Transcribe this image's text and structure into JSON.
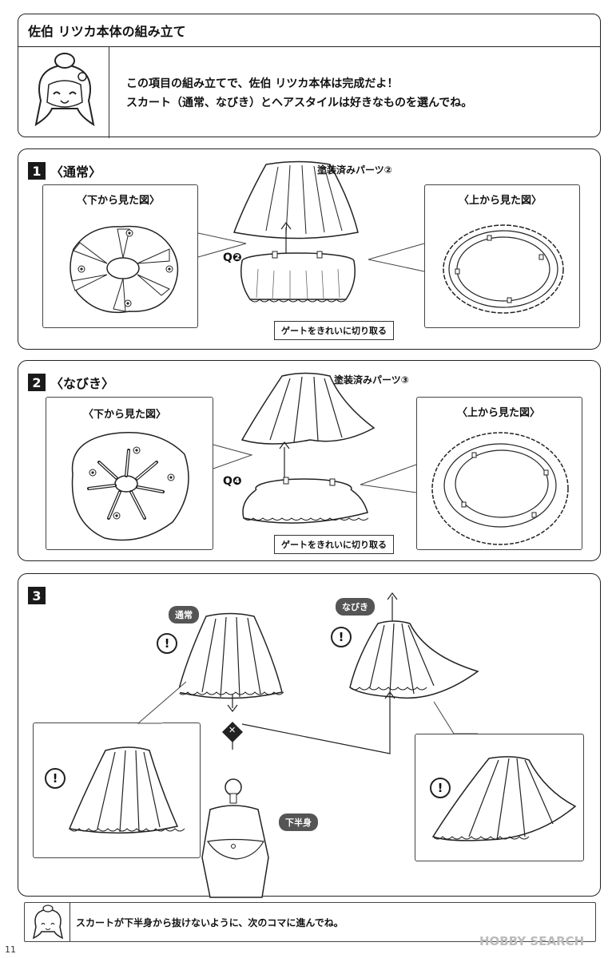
{
  "header": {
    "title": "佐伯 リツカ本体の組み立て",
    "intro_line1": "この項目の組み立てで、佐伯 リツカ本体は完成だよ！",
    "intro_line2": "スカート（通常、なびき）とヘアスタイルは好きなものを選んでね。"
  },
  "step1": {
    "number": "1",
    "title": "〈通常〉",
    "bottom_view": "〈下から見た図〉",
    "top_view": "〈上から見た図〉",
    "part_label": "塗装済みパーツ②",
    "q_label": "Q❷",
    "gate_note": "ゲートをきれいに切り取る"
  },
  "step2": {
    "number": "2",
    "title": "〈なびき〉",
    "bottom_view": "〈下から見た図〉",
    "top_view": "〈上から見た図〉",
    "part_label": "塗装済みパーツ③",
    "q_label": "Q❹",
    "gate_note": "ゲートをきれいに切り取る"
  },
  "step3": {
    "number": "3",
    "normal_label": "通常",
    "flowing_label": "なびき",
    "lower_body_label": "下半身",
    "warning_symbol": "!",
    "choice_symbol": "✕"
  },
  "footer": {
    "note": "スカートが下半身から抜けないように、次のコマに進んでね。",
    "page_number": "11",
    "watermark": "HOBBY SEARCH"
  }
}
